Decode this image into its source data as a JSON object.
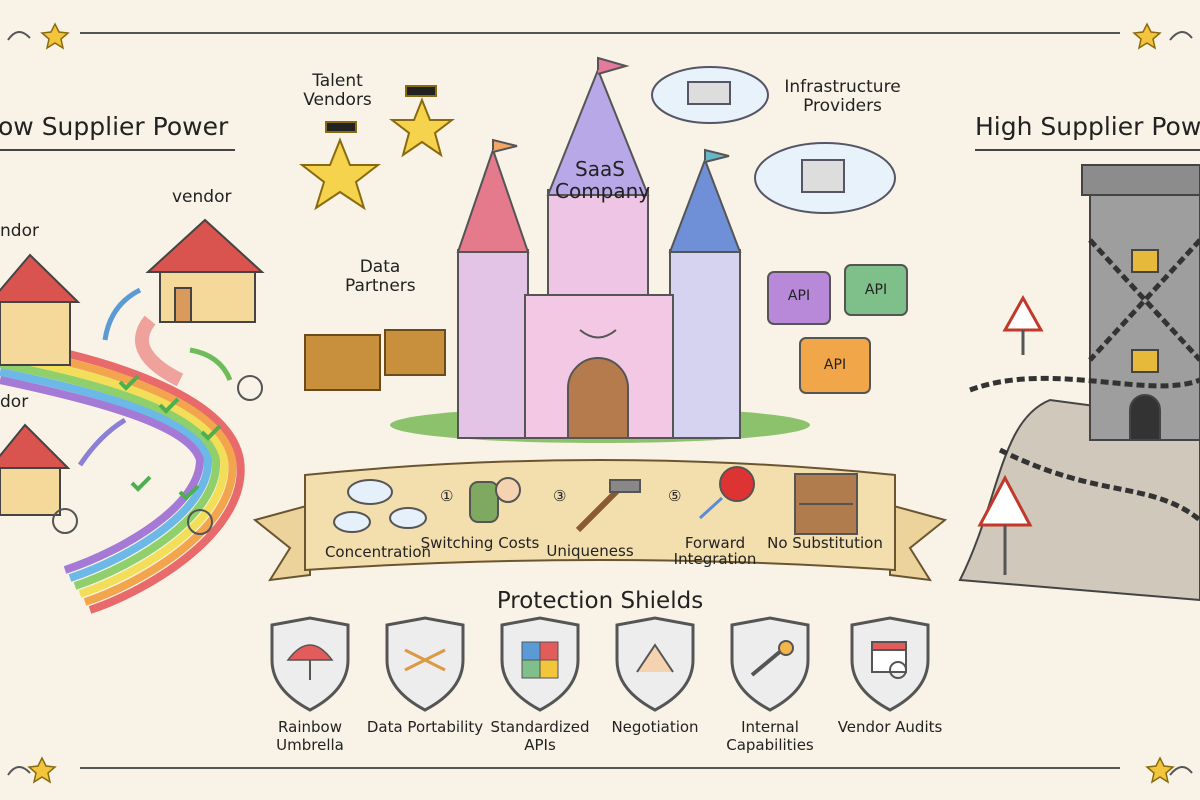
{
  "left_panel": {
    "title": "ow Supplier Power",
    "vendor_labels": [
      "ndor",
      "vendor",
      "dor"
    ]
  },
  "right_panel": {
    "title": "High Supplier Pow"
  },
  "center": {
    "company": "SaaS Company",
    "suppliers": {
      "talent": "Talent Vendors",
      "infrastructure": "Infrastructure Providers",
      "data": "Data Partners"
    },
    "api_pieces": [
      "API",
      "API",
      "API"
    ]
  },
  "banner": {
    "items": [
      {
        "label": "Concentration",
        "marker": ""
      },
      {
        "label": "Switching Costs",
        "marker": "①"
      },
      {
        "label": "Uniqueness",
        "marker": "③"
      },
      {
        "label": "Forward Integration",
        "marker": "⑤"
      },
      {
        "label": "No Substitution",
        "marker": ""
      }
    ]
  },
  "shields": {
    "title": "Protection Shields",
    "items": [
      {
        "label": "Rainbow Umbrella",
        "icon": "umbrella-icon"
      },
      {
        "label": "Data Portability",
        "icon": "arrows-icon"
      },
      {
        "label": "Standardized APIs",
        "icon": "puzzle-icon"
      },
      {
        "label": "Negotiation",
        "icon": "handshake-icon"
      },
      {
        "label": "Internal Capabilities",
        "icon": "tools-icon"
      },
      {
        "label": "Vendor Audits",
        "icon": "calendar-search-icon"
      }
    ]
  },
  "colors": {
    "background": "#f8f3e6",
    "ink": "#222222",
    "banner": "#f3dfae",
    "castle": "#e9c6e0",
    "shield": "#9a9a9a"
  }
}
